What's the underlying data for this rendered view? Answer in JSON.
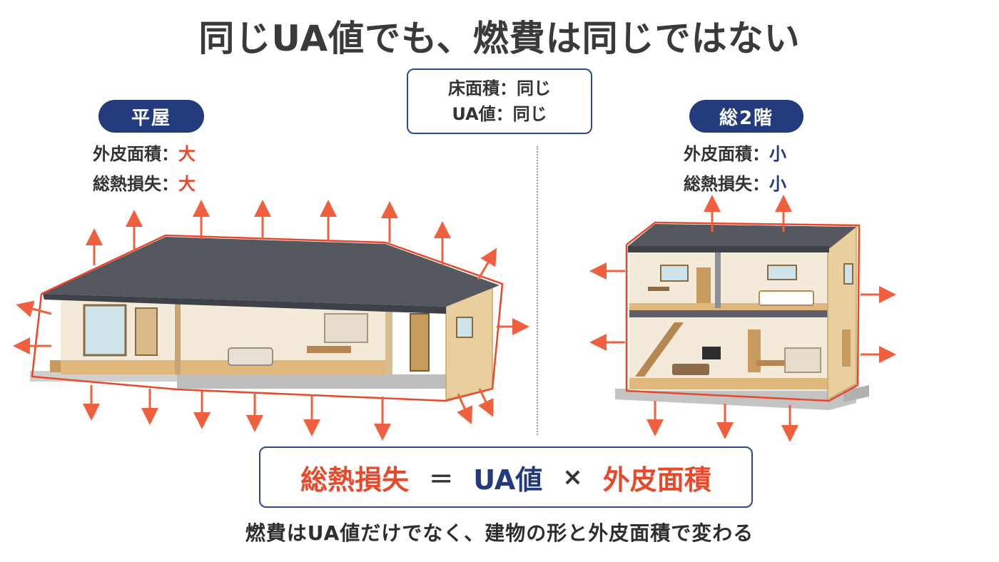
{
  "title": "同じUA値でも、燃費は同じではない",
  "conditions": {
    "line1": "床面積：同じ",
    "line2": "UA値：同じ"
  },
  "left_house": {
    "badge": "平屋",
    "envelope_label": "外皮面積：",
    "envelope_value": "大",
    "loss_label": "総熱損失：",
    "loss_value": "大"
  },
  "right_house": {
    "badge": "総2階",
    "envelope_label": "外皮面積：",
    "envelope_value": "小",
    "loss_label": "総熱損失：",
    "loss_value": "小"
  },
  "formula": {
    "lhs": "総熱損失",
    "equals": "＝",
    "term1": "UA値",
    "times": "×",
    "term2": "外皮面積"
  },
  "footer": "燃費はUA値だけでなく、建物の形と外皮面積で変わる",
  "colors": {
    "accent_red": "#e8492a",
    "navy": "#233b7d",
    "roof": "#55575f",
    "wall": "#e9cf9d"
  }
}
